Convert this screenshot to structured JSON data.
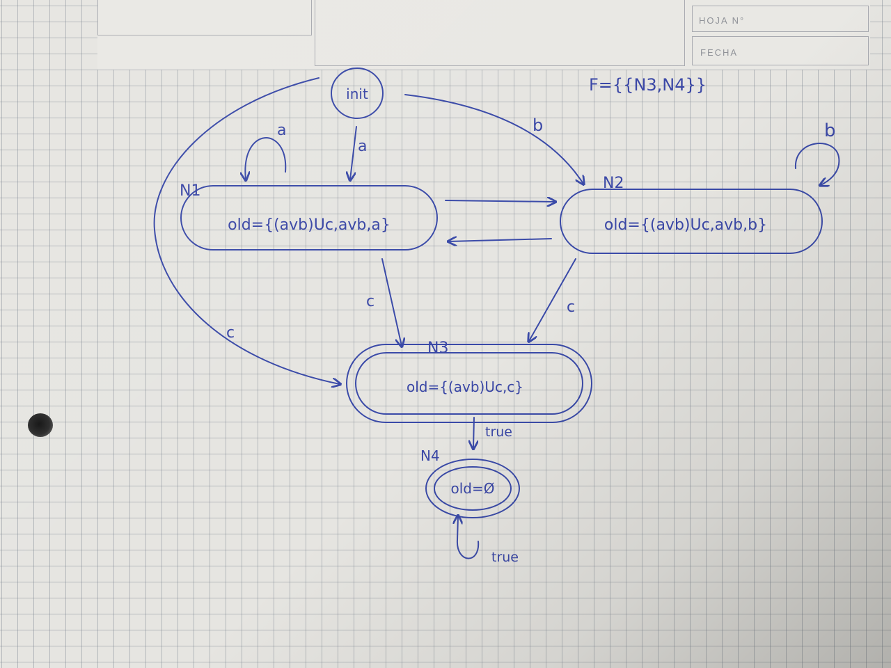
{
  "header": {
    "sheet_label": "HOJA N°",
    "date_label": "FECHA"
  },
  "accepting_set": "F={{N3,N4}}",
  "nodes": {
    "init": {
      "label": "init"
    },
    "n1": {
      "name": "N1",
      "label": "old={(avb)Uc,avb,a}"
    },
    "n2": {
      "name": "N2",
      "label": "old={(avb)Uc,avb,b}"
    },
    "n3": {
      "name": "N3",
      "label": "old={(avb)Uc,c}"
    },
    "n4": {
      "name": "N4",
      "label": "old=Ø"
    }
  },
  "edges": {
    "init_n1": "a",
    "init_n2": "b",
    "init_n3": "c",
    "n1_self": "a",
    "n2_self": "b",
    "n1_n3": "c",
    "n2_n3": "c",
    "n3_n4": "true",
    "n4_self": "true"
  },
  "colors": {
    "ink": "#3a4aa8",
    "paper": "#e6e5e1",
    "grid": "#78808c"
  }
}
